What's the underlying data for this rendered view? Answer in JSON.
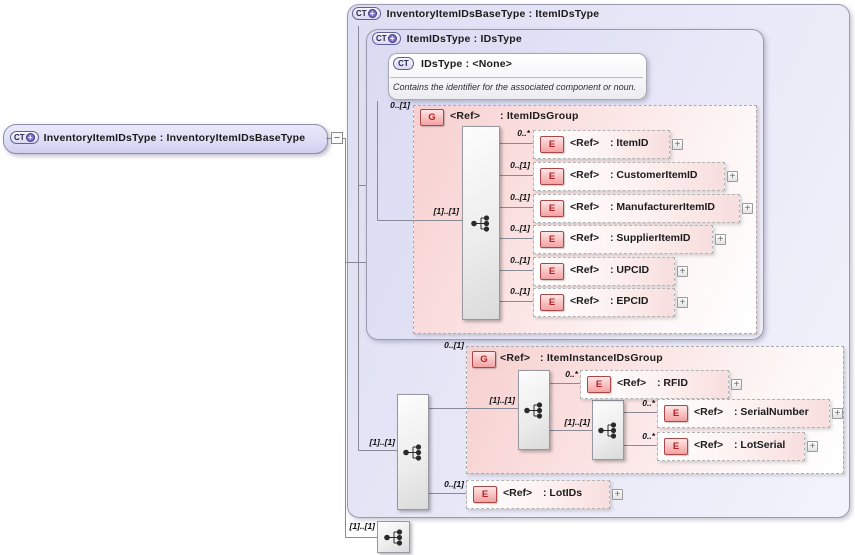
{
  "icons": {
    "plus": "+",
    "minus": "−",
    "badge_plus": "+"
  },
  "root_type": {
    "badge": "CT",
    "title": "InventoryItemIDsType : InventoryItemIDsBaseType"
  },
  "base_type": {
    "badge": "CT",
    "title": "InventoryItemIDsBaseType : ItemIDsType"
  },
  "item_ids_type": {
    "badge": "CT",
    "title": "ItemIDsType : IDsType"
  },
  "ids_type": {
    "badge": "CT",
    "title": "IDsType : <None>",
    "annotation": "Contains the identifier for the associated component or noun."
  },
  "item_ids_group": {
    "badge": "G",
    "ref": "<Ref>",
    "name": ": ItemIDsGroup",
    "occurs": "0..[1]",
    "seq_occurs": "[1]..[1]",
    "elements": [
      {
        "badge": "E",
        "ref": "<Ref>",
        "name": ": ItemID",
        "occurs": "0..*"
      },
      {
        "badge": "E",
        "ref": "<Ref>",
        "name": ": CustomerItemID",
        "occurs": "0..[1]"
      },
      {
        "badge": "E",
        "ref": "<Ref>",
        "name": ": ManufacturerItemID",
        "occurs": "0..[1]"
      },
      {
        "badge": "E",
        "ref": "<Ref>",
        "name": ": SupplierItemID",
        "occurs": "0..[1]"
      },
      {
        "badge": "E",
        "ref": "<Ref>",
        "name": ": UPCID",
        "occurs": "0..[1]"
      },
      {
        "badge": "E",
        "ref": "<Ref>",
        "name": ": EPCID",
        "occurs": "0..[1]"
      }
    ]
  },
  "base_sequence": {
    "occurs": "[1]..[1]"
  },
  "item_instance_ids_group": {
    "badge": "G",
    "ref": "<Ref>",
    "name": ": ItemInstanceIDsGroup",
    "occurs": "0..[1]",
    "seq_occurs": "[1]..[1]",
    "inner_seq_occurs": "[1]..[1]",
    "elements": [
      {
        "badge": "E",
        "ref": "<Ref>",
        "name": ": RFID",
        "occurs": "0..*"
      },
      {
        "badge": "E",
        "ref": "<Ref>",
        "name": ": SerialNumber",
        "occurs": "0..*"
      },
      {
        "badge": "E",
        "ref": "<Ref>",
        "name": ": LotSerial",
        "occurs": "0..*"
      }
    ]
  },
  "lot_ids": {
    "badge": "E",
    "ref": "<Ref>",
    "name": ": LotIDs",
    "occurs": "0..[1]"
  },
  "extension_sequence": {
    "occurs": "[1]..[1]"
  },
  "colors": {
    "lavender_fill": "#e3e3f7",
    "pink_fill": "#f7d0d0",
    "badge_red": "#b32222",
    "badge_purple": "#7e72cf",
    "line": "#8a8a96",
    "dashed_border": "#ababab"
  }
}
